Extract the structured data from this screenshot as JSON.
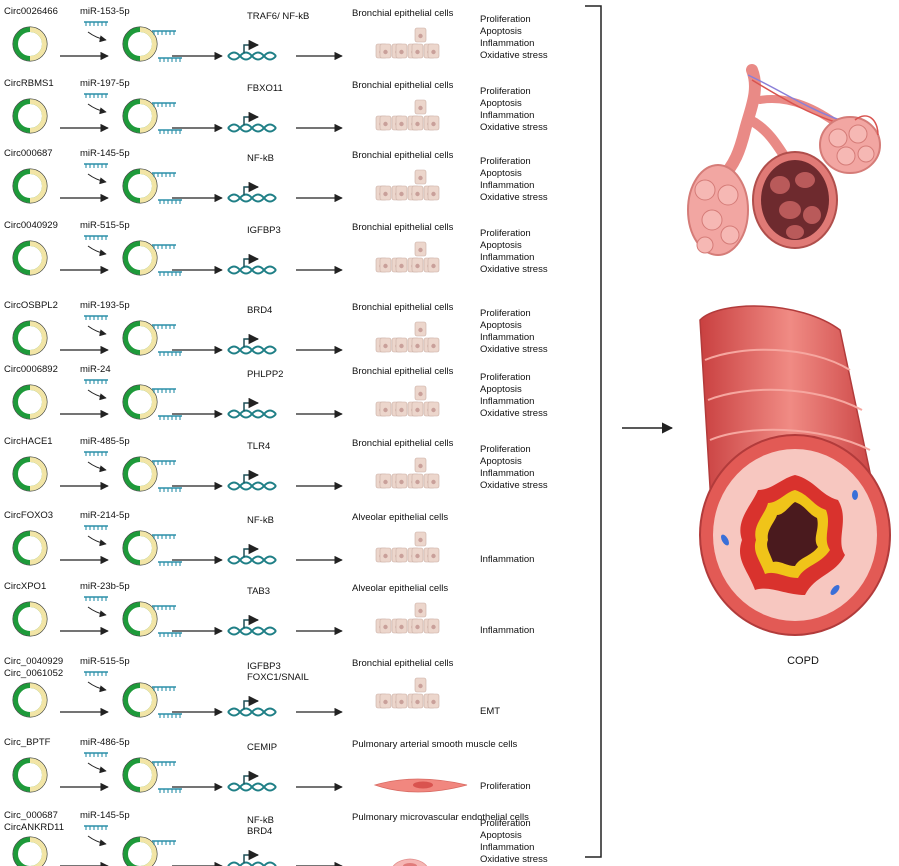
{
  "rows": [
    {
      "circ": [
        "Circ0026466"
      ],
      "mir": "miR-153-5p",
      "targets": [
        "TRAF6/ NF-kB"
      ],
      "cell": "Bronchial epithelial cells",
      "cell_kind": "epithelial",
      "effects": [
        "Proliferation",
        "Apoptosis",
        "Inflammation",
        "Oxidative stress"
      ]
    },
    {
      "circ": [
        "CircRBMS1"
      ],
      "mir": "miR-197-5p",
      "targets": [
        "FBXO11"
      ],
      "cell": "Bronchial epithelial cells",
      "cell_kind": "epithelial",
      "effects": [
        "Proliferation",
        "Apoptosis",
        "Inflammation",
        "Oxidative stress"
      ]
    },
    {
      "circ": [
        "Circ000687"
      ],
      "mir": "miR-145-5p",
      "targets": [
        "NF-kB"
      ],
      "cell": "Bronchial epithelial cells",
      "cell_kind": "epithelial",
      "effects": [
        "Proliferation",
        "Apoptosis",
        "Inflammation",
        "Oxidative stress"
      ]
    },
    {
      "circ": [
        "Circ0040929"
      ],
      "mir": "miR-515-5p",
      "targets": [
        "IGFBP3"
      ],
      "cell": "Bronchial epithelial cells",
      "cell_kind": "epithelial",
      "effects": [
        "Proliferation",
        "Apoptosis",
        "Inflammation",
        "Oxidative stress"
      ]
    },
    {
      "circ": [
        "CircOSBPL2"
      ],
      "mir": "miR-193-5p",
      "targets": [
        "BRD4"
      ],
      "cell": "Bronchial epithelial cells",
      "cell_kind": "epithelial",
      "effects": [
        "Proliferation",
        "Apoptosis",
        "Inflammation",
        "Oxidative stress"
      ]
    },
    {
      "circ": [
        "Circ0006892"
      ],
      "mir": "miR-24",
      "targets": [
        "PHLPP2"
      ],
      "cell": "Bronchial epithelial cells",
      "cell_kind": "epithelial",
      "effects": [
        "Proliferation",
        "Apoptosis",
        "Inflammation",
        "Oxidative stress"
      ]
    },
    {
      "circ": [
        "CircHACE1"
      ],
      "mir": "miR-485-5p",
      "targets": [
        "TLR4"
      ],
      "cell": "Bronchial epithelial cells",
      "cell_kind": "epithelial",
      "effects": [
        "Proliferation",
        "Apoptosis",
        "Inflammation",
        "Oxidative stress"
      ]
    },
    {
      "circ": [
        "CircFOXO3"
      ],
      "mir": "miR-214-5p",
      "targets": [
        "NF-kB"
      ],
      "cell": "Alveolar epithelial cells",
      "cell_kind": "epithelial",
      "effects": [
        "Inflammation"
      ]
    },
    {
      "circ": [
        "CircXPO1"
      ],
      "mir": "miR-23b-5p",
      "targets": [
        "TAB3"
      ],
      "cell": "Alveolar epithelial cells",
      "cell_kind": "epithelial",
      "effects": [
        "Inflammation"
      ]
    },
    {
      "circ": [
        "Circ_0040929",
        "Circ_0061052"
      ],
      "mir": "miR-515-5p",
      "targets": [
        "IGFBP3",
        "FOXC1/SNAIL"
      ],
      "cell": "Bronchial epithelial cells",
      "cell_kind": "epithelial",
      "effects": [
        "EMT"
      ]
    },
    {
      "circ": [
        "Circ_BPTF"
      ],
      "mir": "miR-486-5p",
      "targets": [
        "CEMIP"
      ],
      "cell": "Pulmonary arterial smooth muscle cells",
      "cell_kind": "smooth",
      "effects": [
        "Proliferation"
      ]
    },
    {
      "circ": [
        "Circ_000687",
        "CircANKRD11"
      ],
      "mir": "miR-145-5p",
      "targets": [
        "NF-kB",
        "BRD4"
      ],
      "cell": "Pulmonary microvascular endothelial cells",
      "cell_kind": "endothelial",
      "effects": [
        "Proliferation",
        "Apoptosis",
        "Inflammation",
        "Oxidative stress"
      ]
    }
  ],
  "disease_label": "COPD",
  "colors": {
    "circ_green": "#1e9a3a",
    "circ_cream": "#f2e5a6",
    "mirna": "#2b8fa8",
    "dna": "#1f7f86",
    "cell_fill": "#ecd6cc",
    "cell_nucleus": "#c9a09a",
    "airway": "#e8736f"
  },
  "icons": {
    "circ_rna": "circular-rna-icon",
    "mirna": "mirna-icon",
    "dna": "dna-transcription-icon",
    "cells": "cell-icon",
    "lungs": "alveoli-icon",
    "airway": "airway-cross-section-icon"
  }
}
